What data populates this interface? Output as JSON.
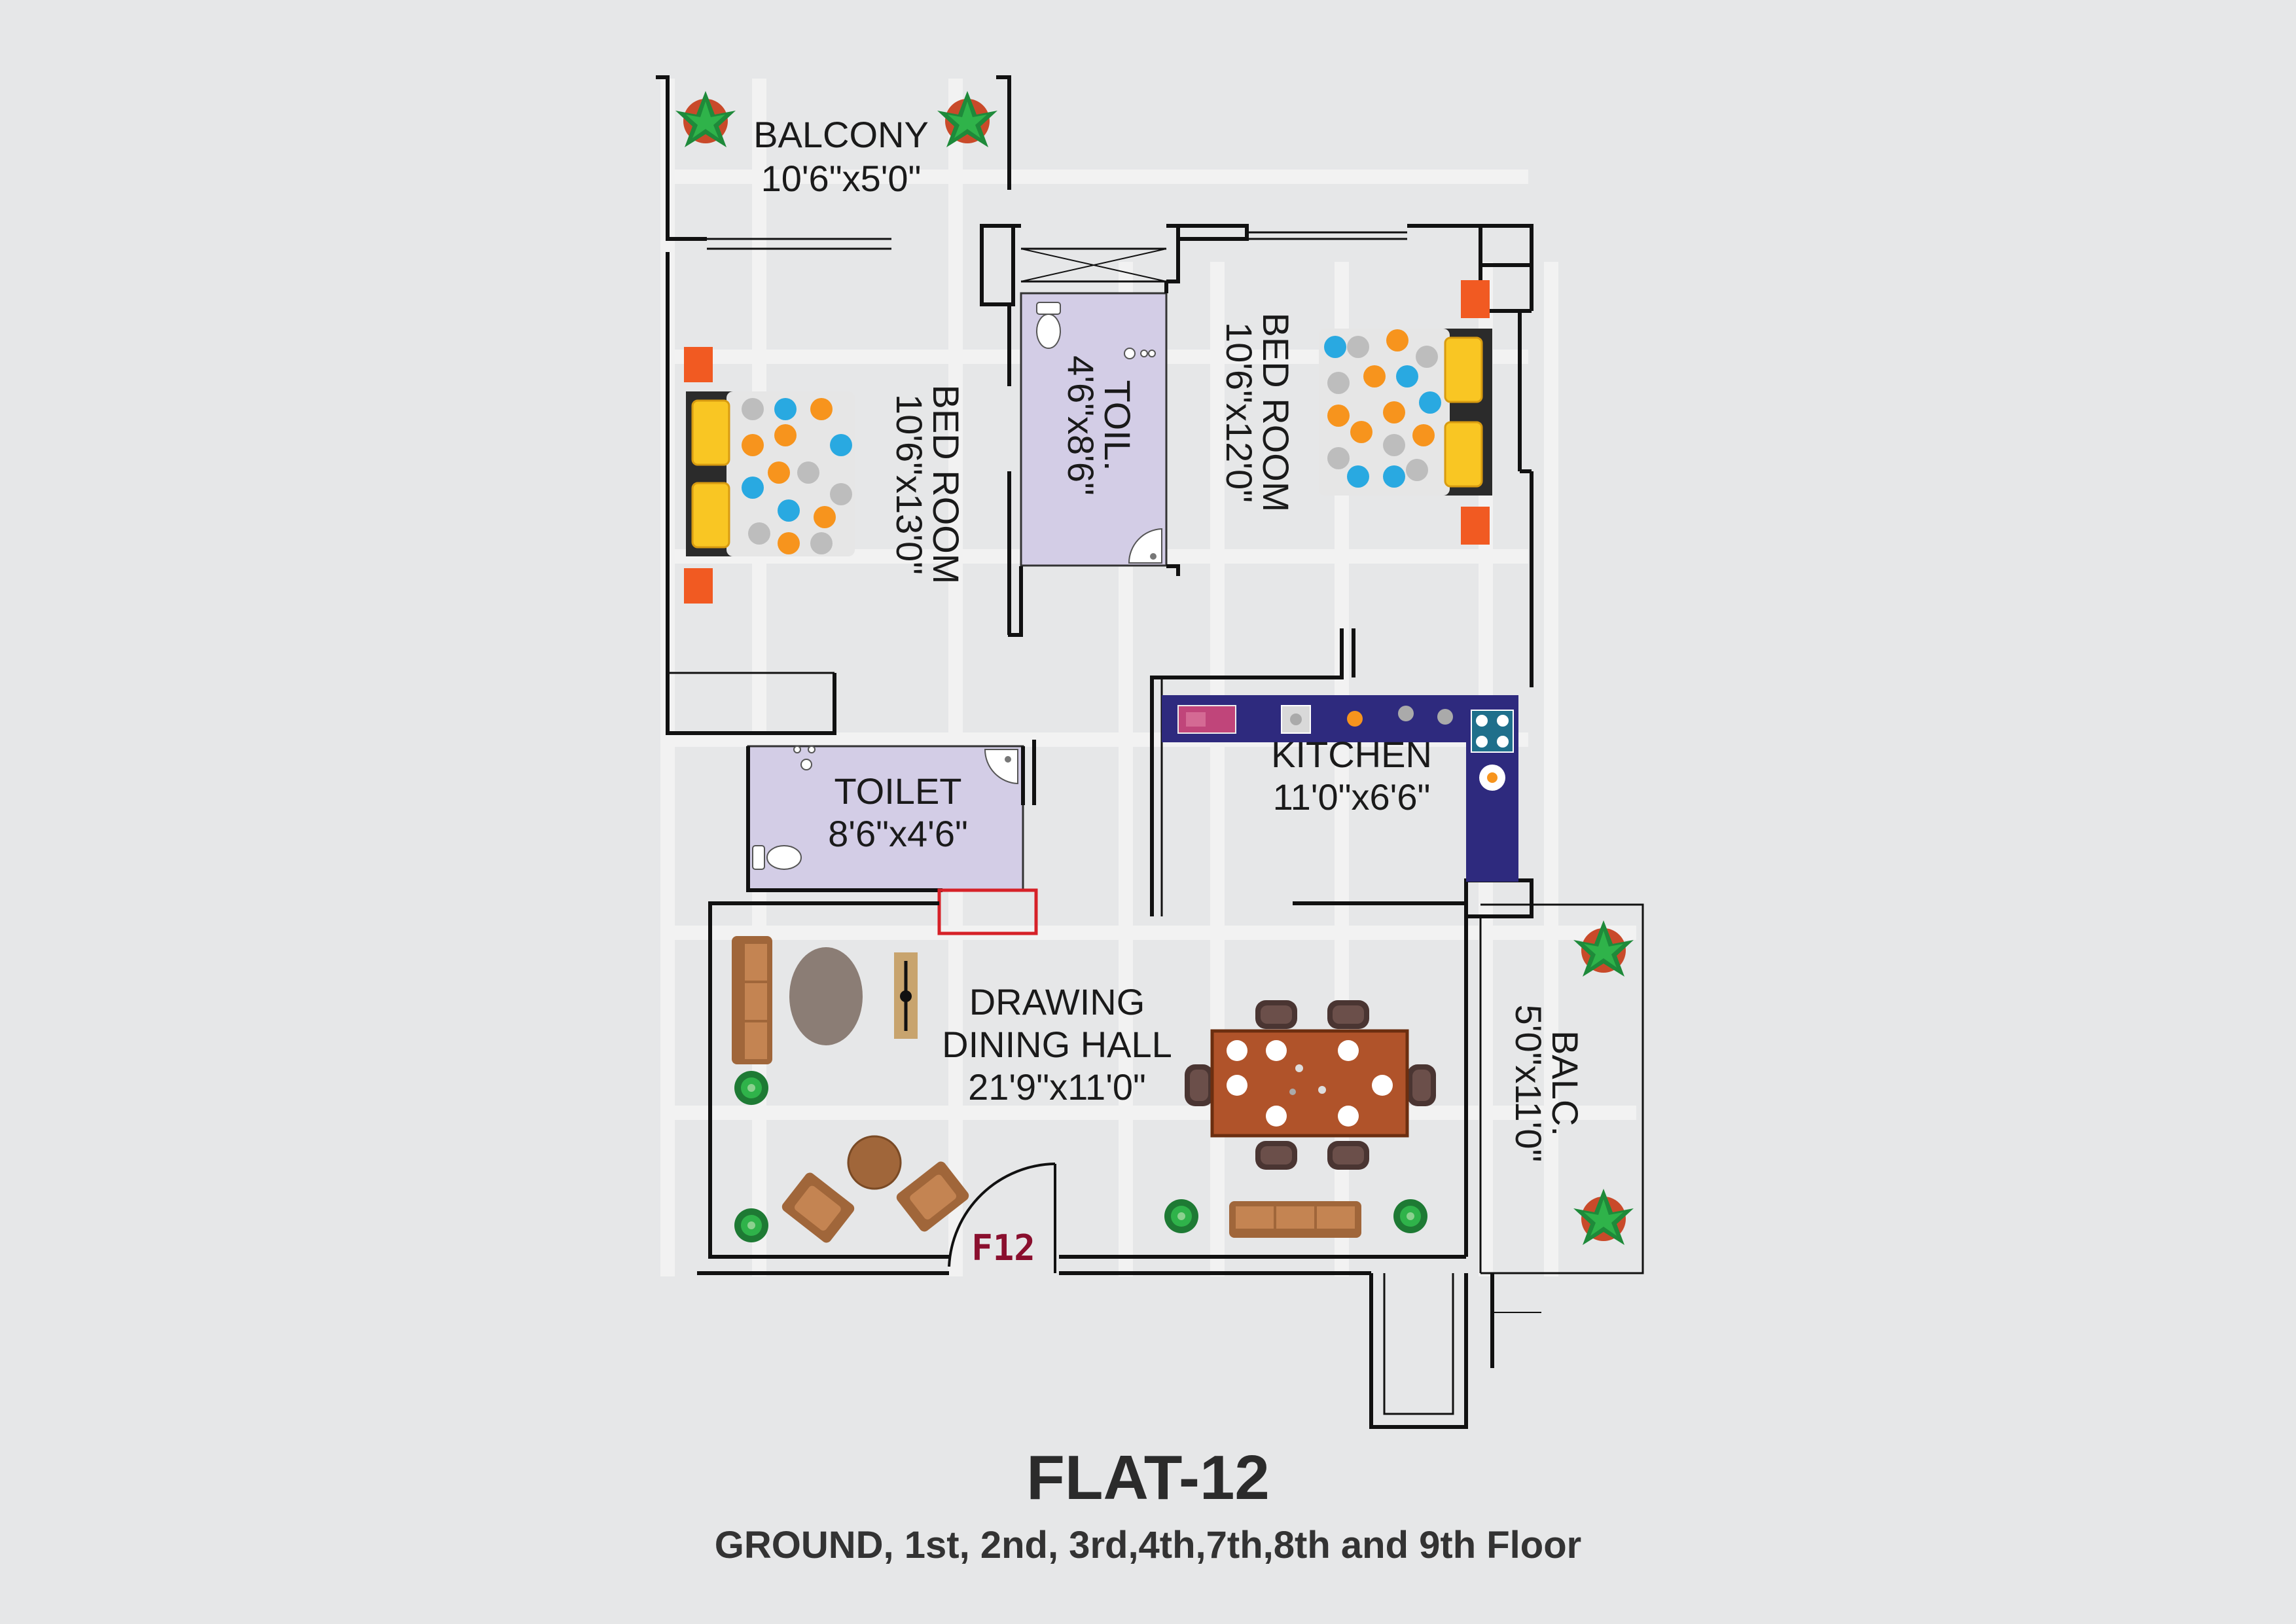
{
  "title": "FLAT-12",
  "subtitle": "GROUND, 1st, 2nd, 3rd,4th,7th,8th and 9th Floor",
  "flat_code": "F12",
  "rooms": {
    "balcony_top": {
      "name": "BALCONY",
      "size": "10'6\"x5'0\""
    },
    "bedroom_left": {
      "name": "BED ROOM",
      "size": "10'6\"x13'0\""
    },
    "toilet_small": {
      "name": "TOIL.",
      "size": "4'6\"x8'6\""
    },
    "bedroom_right": {
      "name": "BED ROOM",
      "size": "10'6\"x12'0\""
    },
    "toilet": {
      "name": "TOILET",
      "size": "8'6\"x4'6\""
    },
    "kitchen": {
      "name": "KITCHEN",
      "size": "11'0\"x6'6\""
    },
    "hall": {
      "line1": "DRAWING",
      "line2": "DINING HALL",
      "size": "21'9\"x11'0\""
    },
    "balcony_right": {
      "name": "BALC.",
      "size": "5'0\"x11'0\""
    }
  },
  "colors": {
    "background": "#e6e7e8",
    "wall": "#111111",
    "toilet_fill": "#d3cde6",
    "kitchen_counter": "#2e2a7e",
    "bed_orange": "#f15a22",
    "dot_blue": "#29a9e1",
    "dot_orange": "#f7941d",
    "pillow": "#f9c623",
    "wood": "#a0663a",
    "plant": "#1e8a3a",
    "flat_code": "#8a0f2e"
  },
  "icons": [
    "plant-icon",
    "bed-icon",
    "wc-icon",
    "washbasin-icon",
    "shower-icon",
    "sink-icon",
    "stove-icon",
    "sofa-icon",
    "dining-table-icon",
    "armchair-icon",
    "door-swing-icon"
  ]
}
